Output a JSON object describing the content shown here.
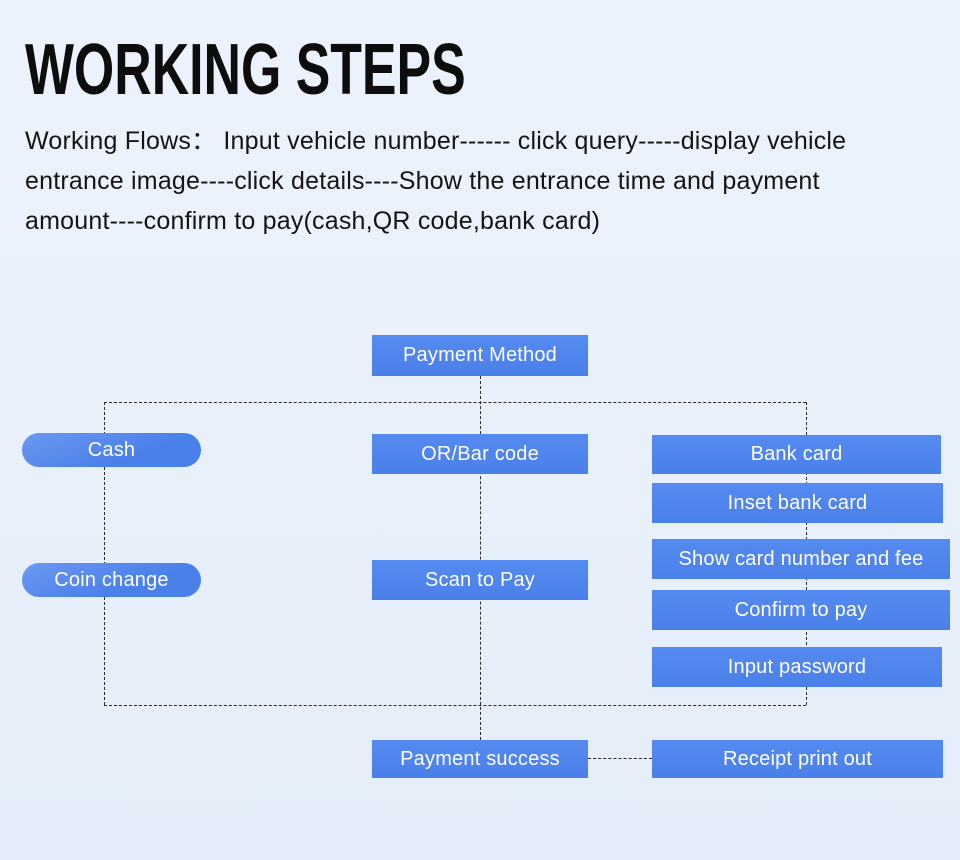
{
  "page": {
    "title": "WORKING STEPS"
  },
  "intro": {
    "lines": [
      "Working Flows： Input vehicle number------ click query-----display vehicle",
      "entrance image----click details----Show the entrance time and payment",
      "amount----confirm to pay(cash,QR code,bank card)"
    ]
  },
  "flowchart": {
    "nodes": {
      "payment_method": "Payment Method",
      "cash": "Cash",
      "coin_change": "Coin change",
      "qr_bar_code": "OR/Bar code",
      "scan_to_pay": "Scan to Pay",
      "bank_card": "Bank card",
      "inset_bank_card": "Inset bank card",
      "show_card_number_and_fee": "Show card number and fee",
      "confirm_to_pay": "Confirm to pay",
      "input_password": "Input password",
      "payment_success": "Payment success",
      "receipt_print_out": "Receipt print out"
    }
  },
  "colors": {
    "node_blue": "#4a80e9",
    "node_blue_light": "#558af0",
    "node_text": "#ffffff",
    "connector": "#2b2b2b",
    "background": "#e9f0fb",
    "heading_text": "#0d0d0d"
  }
}
